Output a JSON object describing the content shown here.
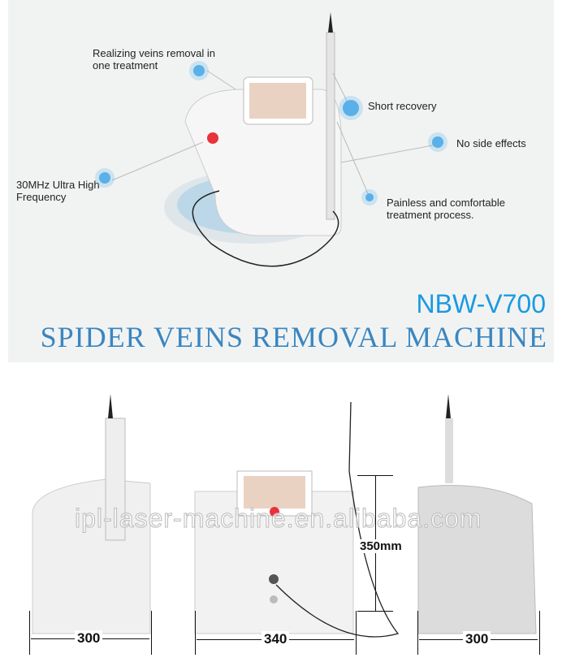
{
  "features": [
    {
      "text": "Realizing veins removal in one treatment"
    },
    {
      "text": "Short recovery"
    },
    {
      "text": "No side effects"
    },
    {
      "text": "30MHz Ultra High Frequency"
    },
    {
      "text": "Painless and comfortable treatment process."
    }
  ],
  "model": "NBW-V700",
  "title": "SPIDER VEINS REMOVAL MACHINE",
  "watermark": "ipl-laser-machine.en.alibaba.com",
  "dimensions": {
    "side_left": "300",
    "front_width": "340",
    "height": "350mm",
    "side_right": "300"
  },
  "colors": {
    "accent": "#1a9ae0",
    "title": "#3a86c0",
    "button": "#e8333a"
  }
}
